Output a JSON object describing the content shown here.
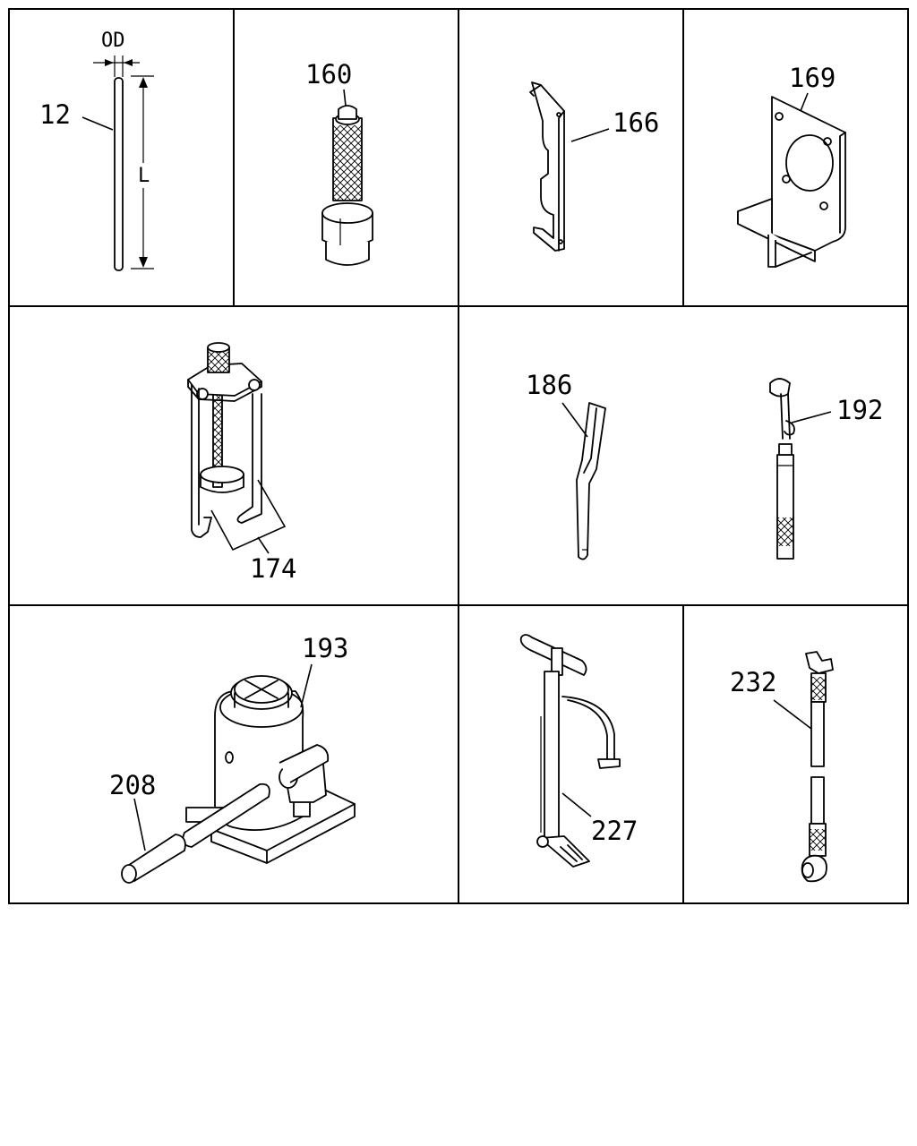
{
  "parts": [
    {
      "id": "rod",
      "callouts": [
        "12"
      ],
      "dimensions": [
        "OD",
        "L"
      ]
    },
    {
      "id": "stud",
      "callouts": [
        "160"
      ]
    },
    {
      "id": "hook-wrench",
      "callouts": [
        "166"
      ]
    },
    {
      "id": "bracket",
      "callouts": [
        "169"
      ]
    },
    {
      "id": "puller",
      "callouts": [
        "174"
      ]
    },
    {
      "id": "punch",
      "callouts": [
        "186"
      ]
    },
    {
      "id": "gauge",
      "callouts": [
        "192"
      ]
    },
    {
      "id": "bottle-jack",
      "callouts": [
        "193",
        "208"
      ]
    },
    {
      "id": "pump",
      "callouts": [
        "227"
      ]
    },
    {
      "id": "hose",
      "callouts": [
        "232"
      ]
    }
  ]
}
